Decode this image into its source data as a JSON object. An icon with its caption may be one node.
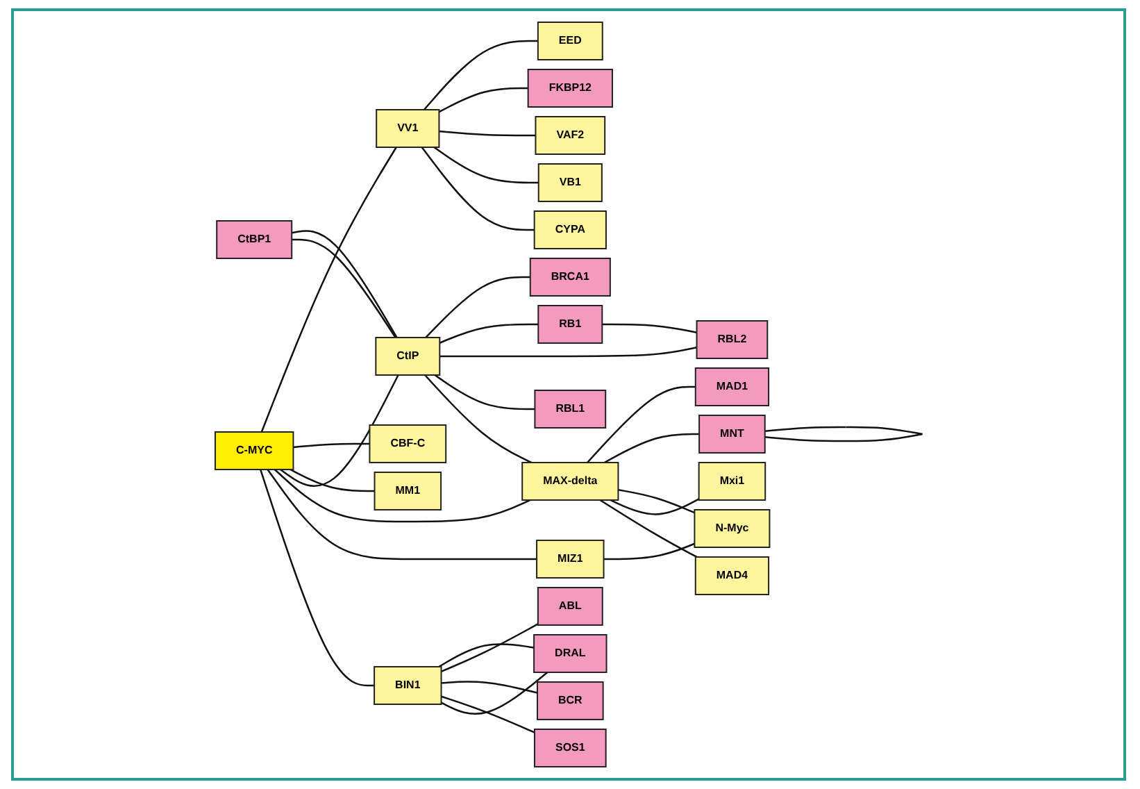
{
  "diagram": {
    "nodes": [
      {
        "text": [
          "EED"
        ]
      },
      {
        "text": [
          "FKBP12"
        ]
      },
      {
        "text": [
          "VAF2"
        ]
      },
      {
        "text": [
          "VB1"
        ]
      },
      {
        "text": [
          "VV1"
        ]
      },
      {
        "text": [
          "BRCA1"
        ]
      },
      {
        "text": [
          "RB1"
        ]
      },
      {
        "text": [
          "CtBP1"
        ]
      },
      {
        "text": [
          "CBF-C"
        ]
      },
      {
        "text": [
          "CYPA"
        ]
      },
      {
        "text": [
          "RBL2"
        ]
      },
      {
        "text": [
          "CtIP"
        ]
      },
      {
        "text": [
          "RBL1"
        ]
      },
      {
        "text": [
          "MM1"
        ]
      },
      {
        "text": [
          "C-MYC"
        ]
      },
      {
        "text": [
          "MAD1"
        ]
      },
      {
        "text": [
          "MNT"
        ]
      },
      {
        "text": [
          "DRAL"
        ]
      },
      {
        "text": [
          "MIZ1"
        ]
      },
      {
        "text": [
          "MAX-delta"
        ]
      },
      {
        "text": [
          "BIN1"
        ]
      },
      {
        "text": [
          "N-Myc"
        ]
      },
      {
        "text": [
          "MAD4"
        ]
      },
      {
        "text": [
          "ABL"
        ]
      },
      {
        "text": [
          "BCR"
        ]
      },
      {
        "text": [
          "Mxi1"
        ]
      },
      {
        "text": [
          "SOS1"
        ]
      }
    ],
    "edges": [
      {
        "from": 4,
        "to": 0,
        "arrow": "none"
      },
      {
        "from": 4,
        "to": 1,
        "arrow": "none"
      },
      {
        "from": 4,
        "to": 2,
        "arrow": "none"
      },
      {
        "from": 4,
        "to": 3,
        "arrow": "none"
      },
      {
        "from": 4,
        "to": 9,
        "arrow": "none"
      },
      {
        "from": 14,
        "to": 4,
        "arrow": "none"
      },
      {
        "from": 14,
        "to": 8,
        "arrow": "none"
      },
      {
        "from": 14,
        "to": 13,
        "arrow": "none"
      },
      {
        "from": 14,
        "to": 11,
        "arrow": "none"
      },
      {
        "from": 14,
        "to": 19,
        "arrow": "none"
      },
      {
        "from": 14,
        "to": 18,
        "arrow": "none"
      },
      {
        "from": 14,
        "to": 20,
        "arrow": "none"
      },
      {
        "from": 11,
        "to": 5,
        "arrow": "none"
      },
      {
        "from": 11,
        "to": 6,
        "arrow": "none"
      },
      {
        "from": 11,
        "to": 10,
        "arrow": "none"
      },
      {
        "from": 11,
        "to": 12,
        "arrow": "none"
      },
      {
        "from": 11,
        "to": 7,
        "arrow": "none"
      },
      {
        "from": 7,
        "to": 11,
        "arrow": "none"
      },
      {
        "from": 11,
        "to": 19,
        "arrow": "none"
      },
      {
        "from": 6,
        "to": 10,
        "arrow": "none"
      },
      {
        "from": 19,
        "to": 15,
        "arrow": "none"
      },
      {
        "from": 19,
        "to": 16,
        "arrow": "none"
      },
      {
        "from": 19,
        "to": 21,
        "arrow": "none"
      },
      {
        "from": 19,
        "to": 25,
        "arrow": "none"
      },
      {
        "from": 19,
        "to": 22,
        "arrow": "none"
      },
      {
        "from": 18,
        "to": 21,
        "arrow": "none"
      },
      {
        "from": 16,
        "to": 16,
        "arrow": "none"
      },
      {
        "from": 20,
        "to": 17,
        "arrow": "none"
      },
      {
        "from": 17,
        "to": 20,
        "arrow": "none"
      },
      {
        "from": 20,
        "to": 23,
        "arrow": "none"
      },
      {
        "from": 20,
        "to": 24,
        "arrow": "none"
      },
      {
        "from": 20,
        "to": 26,
        "arrow": "none"
      }
    ]
  }
}
